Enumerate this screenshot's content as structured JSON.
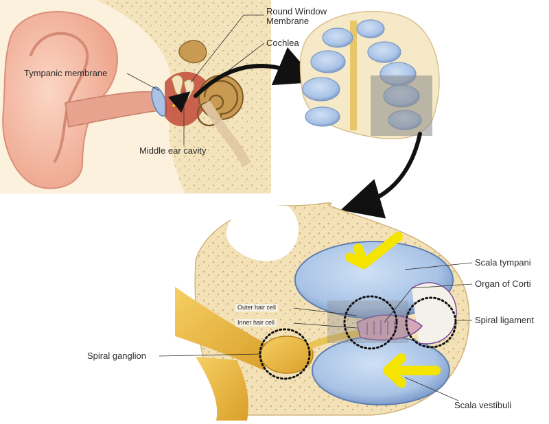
{
  "labels": {
    "round_window_line1": "Round Window",
    "round_window_line2": "Membrane",
    "cochlea": "Cochlea",
    "tympanic_membrane": "Tympanic membrane",
    "middle_ear_cavity": "Middle ear cavity",
    "scala_tympani": "Scala tympani",
    "organ_of_corti": "Organ of Corti",
    "outer_hair_cell": "Outer hair cell",
    "inner_hair_cell": "Inner hair cell",
    "spiral_ligament": "Spiral ligament",
    "spiral_ganglion": "Spiral ganglion",
    "scala_vestibuli": "Scala vestibuli"
  },
  "colors": {
    "bone": "#f3e2b8",
    "bone_pore": "#d9b57a",
    "skin": "#f2b9a3",
    "canal": "#e8a38f",
    "fluid_chamber": "#a9c3e6",
    "nerve": "#e7b640",
    "arrow_yellow": "#f5e400",
    "organ_purple": "#7a4a9a"
  }
}
